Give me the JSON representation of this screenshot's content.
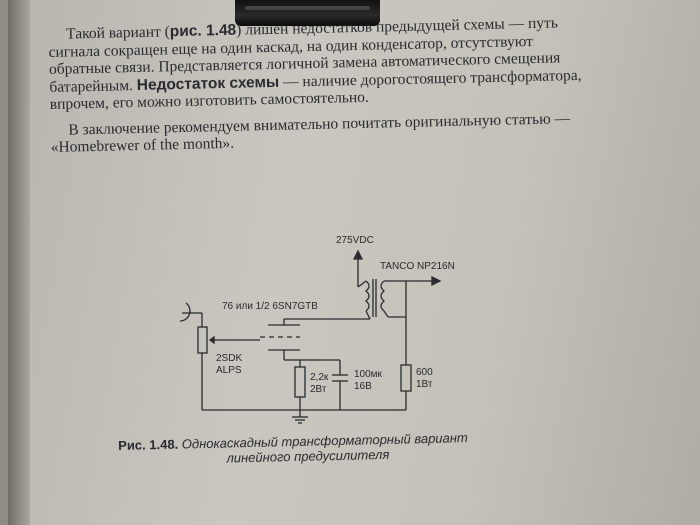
{
  "paragraph1": {
    "part1": "Такой вариант (",
    "ref": "рис. 1.48",
    "part2": ") лишен недостатков предыдущей схемы — путь сигнала сокращен еще на один каскад, на один конденсатор, отсутствуют обратные связи. Представляется логичной замена автоматического смещения батарейным.",
    "bold": "Недостаток схемы",
    "part3": " — наличие дорогостоящего трансформатора, впрочем, его можно изготовить самостоятельно."
  },
  "paragraph2": "В заключение рекомендуем внимательно почитать оригинальную статью — «Homebrewer of the month».",
  "diagram": {
    "supply": "275VDC",
    "transformer": "TANCO NP216N",
    "tube": "76 или 1/2 6SN7GTB",
    "pot_line1": "2SDK",
    "pot_line2": "ALPS",
    "r1_line1": "2,2к",
    "r1_line2": "2Вт",
    "c1_line1": "100мк",
    "c1_line2": "16В",
    "r2_line1": "600",
    "r2_line2": "1Вт"
  },
  "caption": {
    "label": "Рис. 1.48.",
    "line1": "Однокаскадный трансформаторный вариант",
    "line2": "линейного предусилителя"
  },
  "colors": {
    "paper": "#c6c4bc",
    "ink": "#2a2a30"
  }
}
